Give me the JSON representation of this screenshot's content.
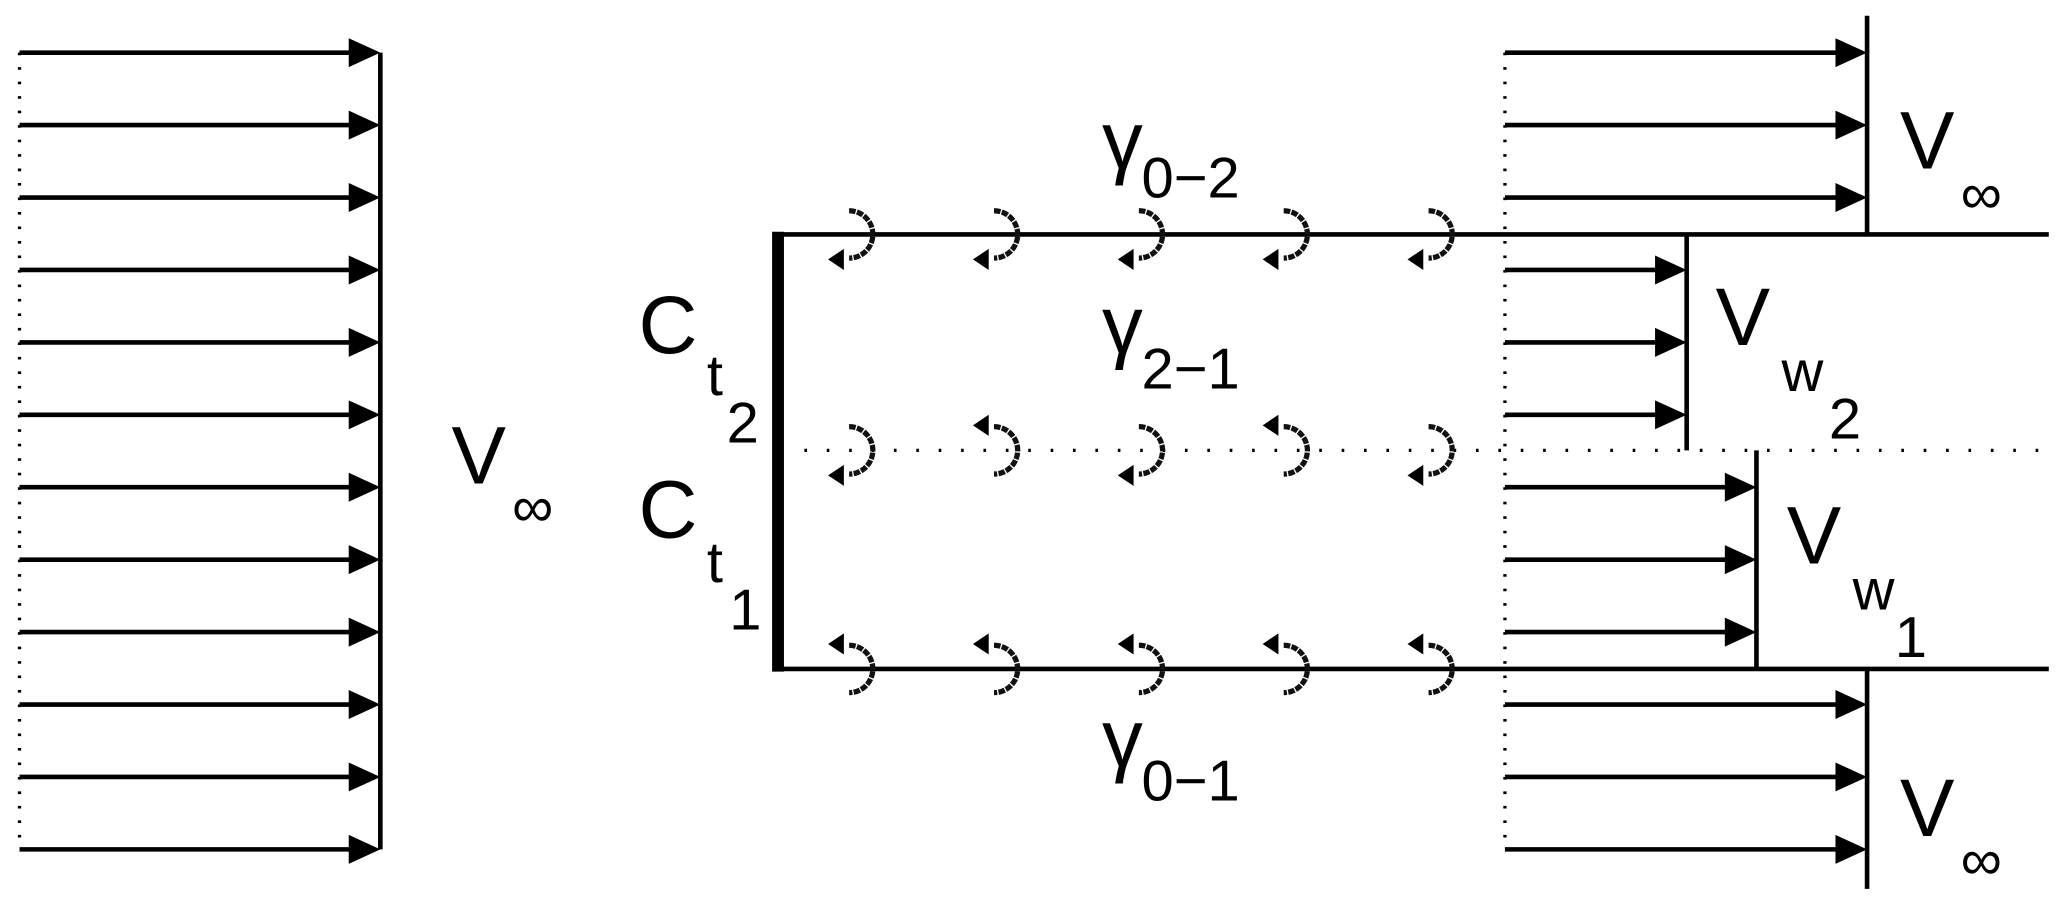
{
  "colors": {
    "ink": "#000000",
    "background": "#ffffff"
  },
  "labels": {
    "freestream_left": {
      "main": "V",
      "sub": "∞"
    },
    "freestream_upper": {
      "main": "V",
      "sub": "∞"
    },
    "freestream_lower": {
      "main": "V",
      "sub": "∞"
    },
    "wake_2": {
      "main": "V",
      "sub": "w",
      "subsub": "2"
    },
    "wake_1": {
      "main": "V",
      "sub": "w",
      "subsub": "1"
    },
    "thrust_2": {
      "main": "C",
      "sub": "t",
      "subsub": "2"
    },
    "thrust_1": {
      "main": "C",
      "sub": "t",
      "subsub": "1"
    },
    "gamma_0_2": {
      "main": "γ",
      "sub": "0−2"
    },
    "gamma_2_1": {
      "main": "γ",
      "sub": "2−1"
    },
    "gamma_0_1": {
      "main": "γ",
      "sub": "0−1"
    }
  },
  "vortex_rows": {
    "top": [
      "down",
      "down",
      "down",
      "down",
      "down"
    ],
    "middle": [
      "down",
      "up",
      "down",
      "up",
      "down"
    ],
    "bottom": [
      "up",
      "up",
      "up",
      "up",
      "up"
    ]
  }
}
